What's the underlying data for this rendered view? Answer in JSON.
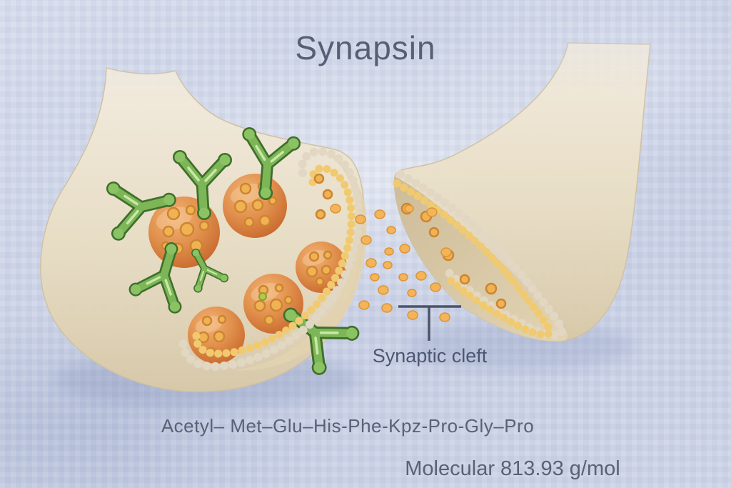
{
  "title": "Synapsin",
  "annotation": {
    "synaptic_cleft_label": "Synaptic cleft"
  },
  "footer": {
    "peptide_sequence": "Acetyl– Met–Glu–His-Phe-Kpz-Pro-Gly–Pro",
    "molecular_weight": "Molecular 813.93 g/mol"
  },
  "figure": {
    "parts": [
      "presynaptic-terminal",
      "synaptic-vesicles",
      "synapsin-proteins",
      "membrane-beads",
      "neurotransmitters",
      "synaptic-cleft-pointer",
      "postsynaptic-terminal"
    ]
  },
  "colors": {
    "background": "#ccd3e7",
    "title_text": "#565f74",
    "label_text": "#596175",
    "terminal_body": "#e8ddc4",
    "membrane_bead_outer": "#e2d7c3",
    "membrane_bead_inner": "#f1ca70",
    "vesicle_orange": "#e2914e",
    "granule_yellow": "#f0b252",
    "synapsin_green": "#7cb656",
    "neurotransmitter_yellow": "#f4b459",
    "pointer_line": "#4b5468"
  }
}
